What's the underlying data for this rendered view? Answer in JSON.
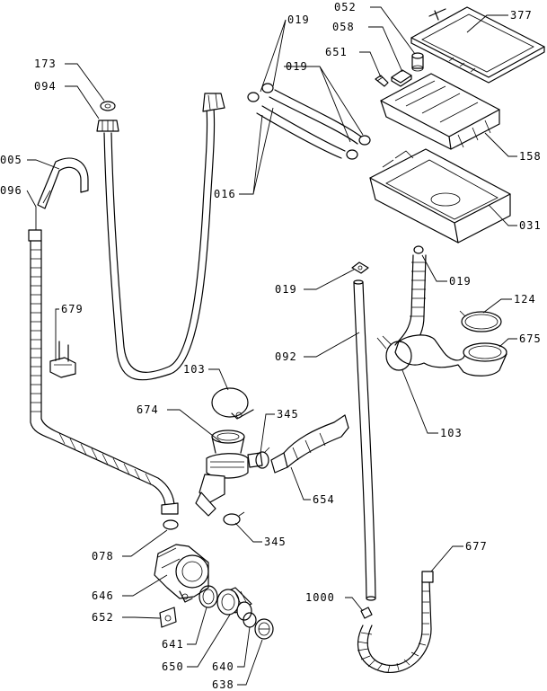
{
  "callouts": {
    "c052": "052",
    "c377": "377",
    "c019_top": "019",
    "c058": "058",
    "c651": "651",
    "c019_mid": "019",
    "c173": "173",
    "c094": "094",
    "c005": "005",
    "c158": "158",
    "c096": "096",
    "c016": "016",
    "c031": "031",
    "c019_hose": "019",
    "c019_bellow": "019",
    "c679": "679",
    "c124": "124",
    "c092": "092",
    "c675": "675",
    "c103_top": "103",
    "c674": "674",
    "c345_top": "345",
    "c103_right": "103",
    "c654": "654",
    "c345_bottom": "345",
    "c078": "078",
    "c677": "677",
    "c646": "646",
    "c1000": "1000",
    "c652": "652",
    "c641": "641",
    "c650": "650",
    "c640": "640",
    "c638": "638"
  }
}
